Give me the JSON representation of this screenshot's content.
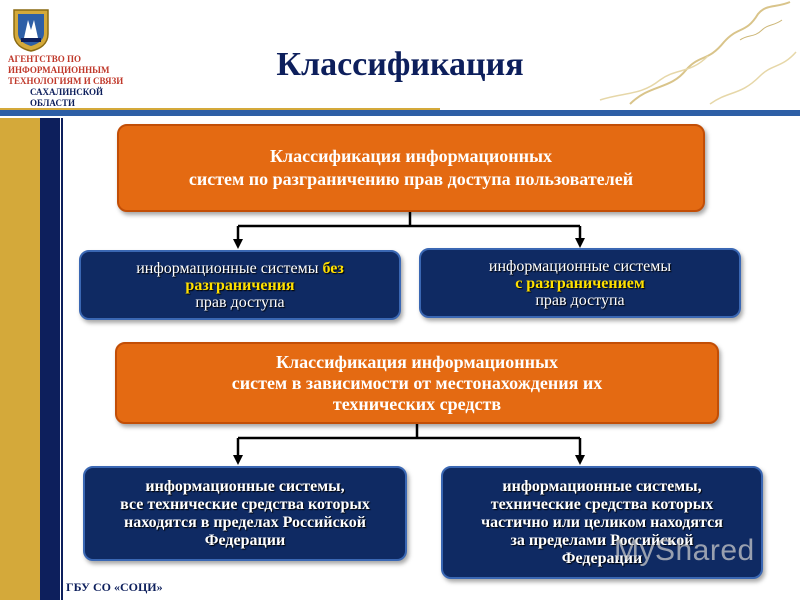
{
  "header": {
    "title": "Классификация",
    "agency_lines_red": [
      "АГЕНТСТВО ПО",
      "ИНФОРМАЦИОННЫМ",
      "ТЕХНОЛОГИЯМ И СВЯЗИ"
    ],
    "agency_lines_navy": [
      "САХАЛИНСКОЙ",
      "ОБЛАСТИ"
    ]
  },
  "diagram": {
    "group1": {
      "root": {
        "line1": "Классификация информационных",
        "line2": "систем по разграничению прав доступа пользователей"
      },
      "left": {
        "pre": "информационные системы ",
        "hl1": "без",
        "hl2": "разграничения",
        "post": "прав доступа"
      },
      "right": {
        "line1": "информационные системы",
        "hl": "с разграничением",
        "line3": "прав доступа"
      }
    },
    "group2": {
      "root": {
        "line1": "Классификация информационных",
        "line2": "систем в зависимости от местонахождения их",
        "line3": "технических средств"
      },
      "left": {
        "line1": "информационные системы,",
        "line2": "все технические средства которых",
        "line3": "находятся в пределах Российской",
        "line4": "Федерации"
      },
      "right": {
        "line1": "информационные системы,",
        "line2": "технические средства которых",
        "line3": "частично или целиком находятся",
        "line4": "за пределами Российской",
        "line5": "Федерации"
      }
    }
  },
  "footer": {
    "text": "ГБУ СО «СОЦИ»"
  },
  "watermark": {
    "text": "MyShared"
  },
  "colors": {
    "orange": "#e46a12",
    "navy": "#0f2a63",
    "highlight": "#ffe000",
    "title": "#0d1f5c"
  }
}
